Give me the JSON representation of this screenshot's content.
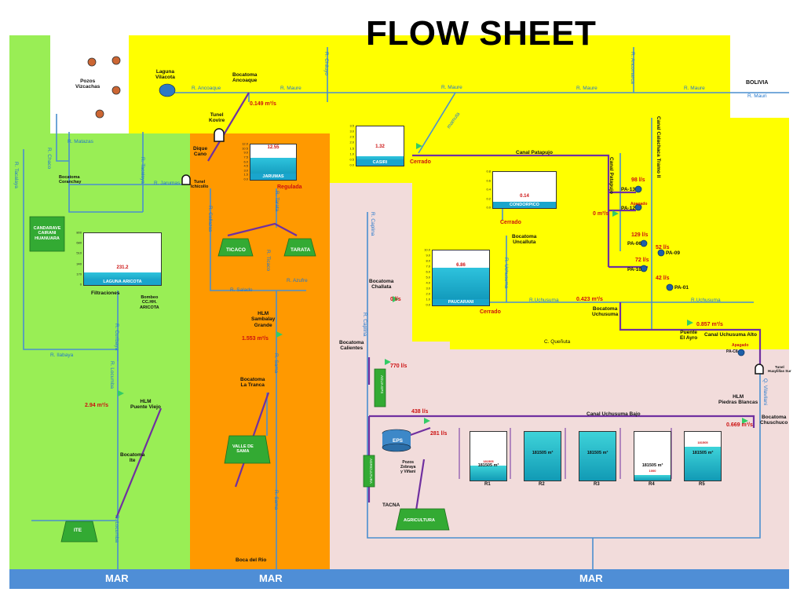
{
  "title": "FLOW SHEET",
  "sea_label": "MAR",
  "country": "BOLIVIA",
  "rivers": {
    "ancoaque": "R. Ancoaque",
    "maure": "R. Maure",
    "mauri": "R. Mauri",
    "chiluyo": "R. Chiluyo",
    "ancomarca": "R. Ancomarca",
    "kaño": "R. Kaño",
    "mamuta": "mamuta",
    "patapujo": "Canal Patapujo",
    "calachaca": "Canal Calachaca Tramo II",
    "caplina": "R. Caplina",
    "uchusuma": "R.Uchusuma",
    "uchusuma_label": "R. Uchusuma",
    "uchusuma2": "R.Uchusuma",
    "canal_uchusuma_alto": "Canal Uchusuma Alto",
    "canal_uchusuma_bajo": "Canal Uchusuma Bajo",
    "salado": "R. Salado",
    "jarumas": "R. Jarumas",
    "callazas": "R. Callazas",
    "sama": "R. Sama",
    "tacalaya": "R. Tacalaya",
    "ilabaya": "R. Ilabaya",
    "locumba": "R. Locumba",
    "curibaya": "R. Curibaya",
    "salado2": "R. Salado",
    "vilavilani": "Q. Vilavilani",
    "queñuta": "C. Queñuta",
    "matazas": "R. Matazas",
    "tacalaya2": "R. Tacalaya",
    "azufre": "R. Azufre",
    "tarata": "R. Tarata",
    "ticaco": "R. Ticaco",
    "chaco": "R. Chaco"
  },
  "nodes": {
    "pozos": "Pozos\nVizcachas",
    "laguna_vilacota": "Laguna\nVilacota",
    "bocatoma_ancoaque": "Bocatoma\nAncoaque",
    "tunel_kovire": "Tunel\nKovire",
    "dique_cano": "Dique\nCano",
    "tunel_ichicollo": "Tunel\nIchicollo",
    "bocatoma_coranchay": "Bocatoma\nCoranchay",
    "candarave": "CANDARAVE\nCAIRANI\nHUANUARA",
    "filtraciones": "Filtraciones",
    "bombeo": "Bombeo\nCC.HH.\nARICOTA",
    "hlm_puente_viejo": "HLM\nPuente Viejo",
    "bocatoma_ite": "Bocatoma\nIte",
    "ite": "ITE",
    "ticaco": "TICACO",
    "tarata": "TARATA",
    "hlm_sambalay": "HLM\nSambalay\nGrande",
    "bocatoma_la_tranca": "Bocatoma\nLa Tranca",
    "valle_sama": "VALLE DE\nSAMA",
    "boca_del_rio": "Boca del Rio",
    "bocatoma_challata": "Bocatoma\nChallata",
    "bocatoma_calientes": "Bocatoma\nCalientes",
    "eps": "EPS",
    "pozos_zobraya": "Pozos\nZobraya\ny Viñani",
    "tacna": "TACNA",
    "agricultura": "AGRICULTURA",
    "agricultura_v": "AGRICULTURA",
    "agua_v": "AGUA-EPS",
    "bocatoma_uncalluta": "Bocatoma\nUncalluta",
    "bocatoma_uchusuma": "Bocatoma\nUchusuma",
    "puente_el_ayro": "Puente\nEl Ayro",
    "tunel_huaylillas": "Tunel\nHuaylillas Sur",
    "hlm_piedras_blancas": "HLM\nPiedras Blancas",
    "bocatoma_chuschuco": "Bocatoma\nChuschuco"
  },
  "wells": [
    "PA-13",
    "PA-12",
    "PA-06",
    "PA-09",
    "PA-10",
    "PA-01",
    "PA-C8"
  ],
  "flows": {
    "ancoaque": "0.149 m³/s",
    "puente_viejo": "2.94 m³/s",
    "sambalay": "1.553 m³/s",
    "challata": "0 l/s",
    "calientes": "770 l/s",
    "eps": "438 l/s",
    "agric": "281 l/s",
    "uchusuma": "0.423 m³/s",
    "el_ayro": "0.857 m³/s",
    "chuschuco": "0.669 m³/s",
    "pa13": "98 l/s",
    "pa_zero": "0 m³/s",
    "pa06": "129 l/s",
    "pa09": "52 l/s",
    "pa10": "72 l/s",
    "pa01": "42 l/s"
  },
  "states": {
    "casiri": "Cerrado",
    "condorpico": "Cerrado",
    "paucarani": "Cerrado",
    "jarumas": "Regulada",
    "pa12": "Apagado",
    "pac8": "Apagado"
  },
  "tanks": {
    "jarumas": {
      "name": "JARUMAS",
      "level": "12.55",
      "fraction": 0.62,
      "ticks": [
        "12.0",
        "10.5",
        "9.0",
        "7.5",
        "6.0",
        "4.5",
        "3.0",
        "1.5",
        "0.0"
      ]
    },
    "casiri": {
      "name": "CASIRI",
      "level": "1.32",
      "fraction": 0.25,
      "ticks": [
        "3.5",
        "3.0",
        "2.5",
        "2.0",
        "1.5",
        "1.0",
        "0.5",
        "0.0"
      ]
    },
    "condorpico": {
      "name": "CONDORPICO",
      "level": "0.14",
      "fraction": 0.12,
      "ticks": [
        "0.8",
        "0.6",
        "0.4",
        "0.2",
        "0.0"
      ]
    },
    "paucarani": {
      "name": "PAUCARANI",
      "level": "6.86",
      "fraction": 0.68,
      "ticks": [
        "10.0",
        "9.0",
        "8.0",
        "7.0",
        "6.0",
        "5.0",
        "4.0",
        "3.0",
        "2.0",
        "1.0",
        "0.0"
      ]
    },
    "aricota": {
      "name": "LAGUNA ARICOTA",
      "level": "231.2",
      "fraction": 0.25,
      "ticks": [
        "800",
        "680",
        "510",
        "340",
        "170",
        "0"
      ]
    }
  },
  "reservoirs": [
    {
      "name": "R1",
      "value": "181505 m³",
      "note": "181505",
      "fraction": 0.3
    },
    {
      "name": "R2",
      "value": "181505 m³",
      "note": "",
      "fraction": 1.0
    },
    {
      "name": "R3",
      "value": "181505 m³",
      "note": "",
      "fraction": 1.0
    },
    {
      "name": "R4",
      "value": "181505 m³",
      "note": "1000",
      "fraction": 0.12
    },
    {
      "name": "R5",
      "value": "181505 m³",
      "note": "181505",
      "fraction": 0.7
    }
  ],
  "colors": {
    "yellow": "#ffff00",
    "green": "#99ee55",
    "orange": "#ff9900",
    "pink": "#f2dcdb",
    "sea": "#4f8ed6",
    "river": "#4a8fcf",
    "canal": "#7030a0",
    "town": "#33aa33"
  }
}
